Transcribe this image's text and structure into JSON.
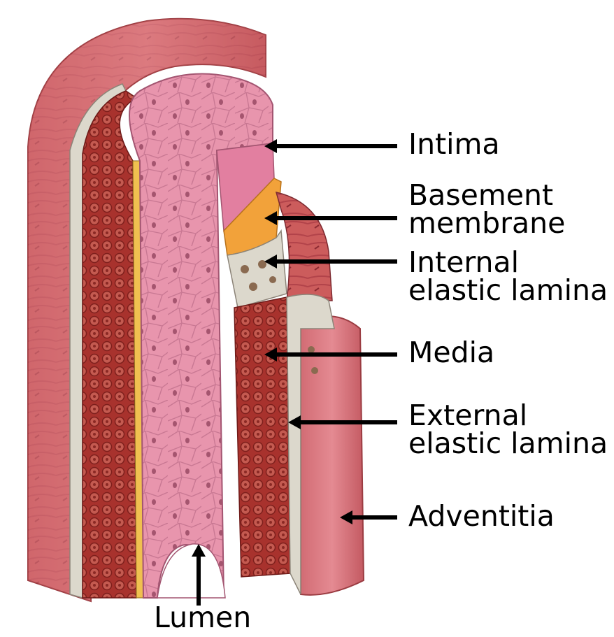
{
  "labels": {
    "intima": "Intima",
    "basement_membrane": [
      "Basement",
      "membrane"
    ],
    "internal_elastic_lamina": [
      "Internal",
      "elastic lamina"
    ],
    "media": "Media",
    "external_elastic_lamina": [
      "External",
      "elastic lamina"
    ],
    "adventitia": "Adventitia",
    "lumen": "Lumen"
  },
  "colors": {
    "adventitia_outer": "#d9727a",
    "adventitia_texture": "#b84a4f",
    "media_fill": "#9e2e2a",
    "media_cells": "#c2544c",
    "elastic_lamina": "#dcd8cc",
    "basement_membrane": "#f2a23a",
    "intima_fill": "#e58fa8",
    "intima_cells": "#b86080",
    "arrow": "#000000"
  }
}
